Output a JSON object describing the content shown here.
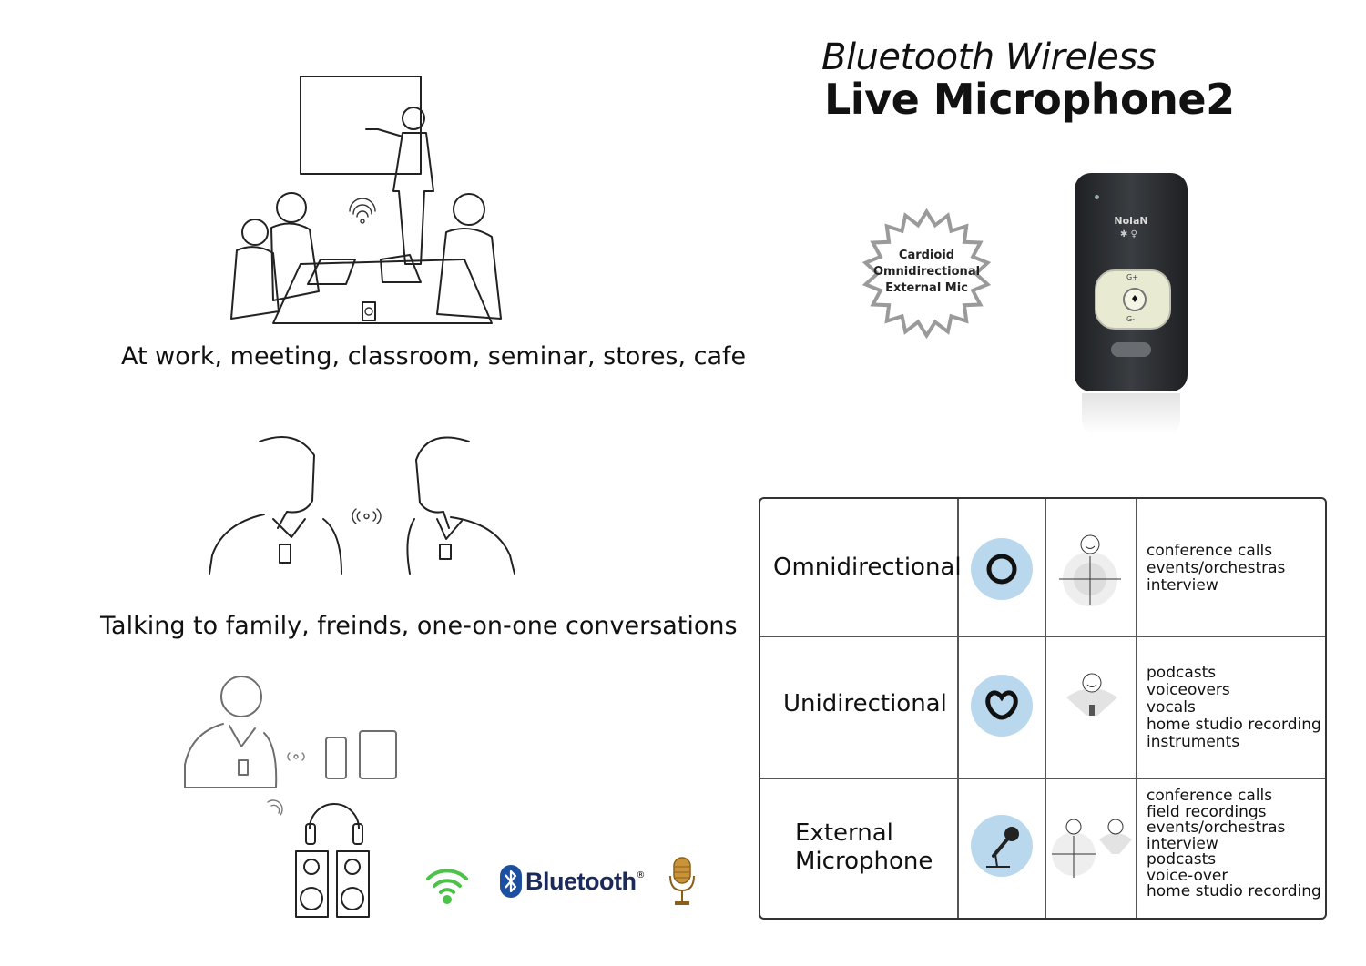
{
  "title": {
    "line1": "Bluetooth Wireless",
    "line2": "Live Microphone2"
  },
  "captions": {
    "work": "At work, meeting, classroom, seminar, stores, cafe",
    "talk": "Talking to family, freinds, one-on-one conversations"
  },
  "badge": {
    "line1": "Cardioid",
    "line2": "Omnidirectional",
    "line3": "External Mic"
  },
  "device": {
    "brand": "NolaN",
    "gain_up": "G+",
    "gain_down": "G-"
  },
  "logos": {
    "bluetooth_word": "Bluetooth",
    "bluetooth_reg": "®"
  },
  "table": {
    "rows": [
      {
        "label": "Omnidirectional",
        "icon": "omni-pattern-icon",
        "uses": [
          "conference calls",
          "events/orchestras",
          "interview"
        ]
      },
      {
        "label": "Unidirectional",
        "icon": "cardioid-pattern-icon",
        "uses": [
          "podcasts",
          "voiceovers",
          "vocals",
          "home studio recording",
          "instruments"
        ]
      },
      {
        "label_line1": "External",
        "label_line2": "Microphone",
        "icon": "external-mic-icon",
        "uses": [
          "conference calls",
          "field recordings",
          "events/orchestras",
          "interview",
          "podcasts",
          "voice-over",
          "home studio recording"
        ]
      }
    ]
  },
  "colors": {
    "pattern_circle": "#b9d8ee",
    "device_body": "#2b2d30",
    "device_pad": "#e9ead2",
    "wifi_green": "#4cc24a"
  }
}
